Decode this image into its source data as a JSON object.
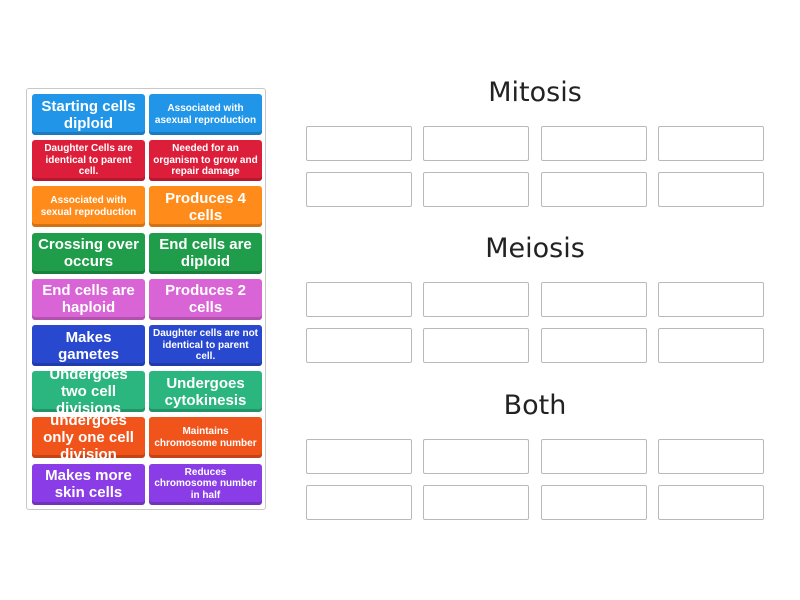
{
  "bank": {
    "cards": [
      {
        "label": "Starting cells diploid",
        "color": "#2196e8",
        "size": "big"
      },
      {
        "label": "Associated with asexual reproduction",
        "color": "#2196e8",
        "size": "small"
      },
      {
        "label": "Daughter Cells are identical to parent cell.",
        "color": "#dd1e3a",
        "size": "small"
      },
      {
        "label": "Needed for an organism to grow and repair damage",
        "color": "#dd1e3a",
        "size": "small"
      },
      {
        "label": "Associated with sexual reproduction",
        "color": "#ff8c1a",
        "size": "small"
      },
      {
        "label": "Produces 4 cells",
        "color": "#ff8c1a",
        "size": "big"
      },
      {
        "label": "Crossing over occurs",
        "color": "#1f9d4b",
        "size": "big"
      },
      {
        "label": "End cells are diploid",
        "color": "#1f9d4b",
        "size": "big"
      },
      {
        "label": "End cells are haploid",
        "color": "#d864d6",
        "size": "big"
      },
      {
        "label": "Produces 2 cells",
        "color": "#d864d6",
        "size": "big"
      },
      {
        "label": "Makes gametes",
        "color": "#2848d0",
        "size": "big"
      },
      {
        "label": "Daughter cells are not identical to parent cell.",
        "color": "#2848d0",
        "size": "small"
      },
      {
        "label": "Undergoes two cell divisions",
        "color": "#2bb57f",
        "size": "big"
      },
      {
        "label": "Undergoes cytokinesis",
        "color": "#2bb57f",
        "size": "big"
      },
      {
        "label": "undergoes only one cell division",
        "color": "#f0541b",
        "size": "big"
      },
      {
        "label": "Maintains chromosome number",
        "color": "#f0541b",
        "size": "small"
      },
      {
        "label": "Makes more skin cells",
        "color": "#8a3de6",
        "size": "big"
      },
      {
        "label": "Reduces chromosome number in half",
        "color": "#8a3de6",
        "size": "small"
      }
    ]
  },
  "groups": [
    {
      "title": "Mitosis"
    },
    {
      "title": "Meiosis"
    },
    {
      "title": "Both"
    }
  ],
  "slots_per_group": 8
}
